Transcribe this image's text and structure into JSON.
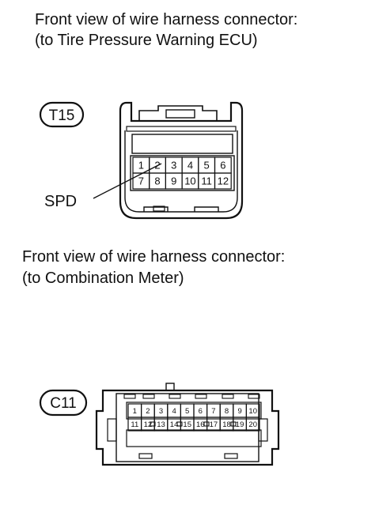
{
  "connector_t15": {
    "caption_line1": "Front view of wire harness connector:",
    "caption_line2": "(to Tire Pressure Warning ECU)",
    "id_label": "T15",
    "row1_pins": [
      "1",
      "2",
      "3",
      "4",
      "5",
      "6"
    ],
    "row2_pins": [
      "7",
      "8",
      "9",
      "10",
      "11",
      "12"
    ],
    "callout_label": "SPD",
    "callout_pin": "2"
  },
  "connector_c11": {
    "caption_line1": "Front view of wire harness connector:",
    "caption_line2": "(to Combination Meter)",
    "id_label": "C11",
    "row1_pins": [
      "1",
      "2",
      "3",
      "4",
      "5",
      "6",
      "7",
      "8",
      "9",
      "10"
    ],
    "row2_pins": [
      "11",
      "12",
      "13",
      "14",
      "15",
      "16",
      "17",
      "18",
      "19",
      "20"
    ]
  }
}
